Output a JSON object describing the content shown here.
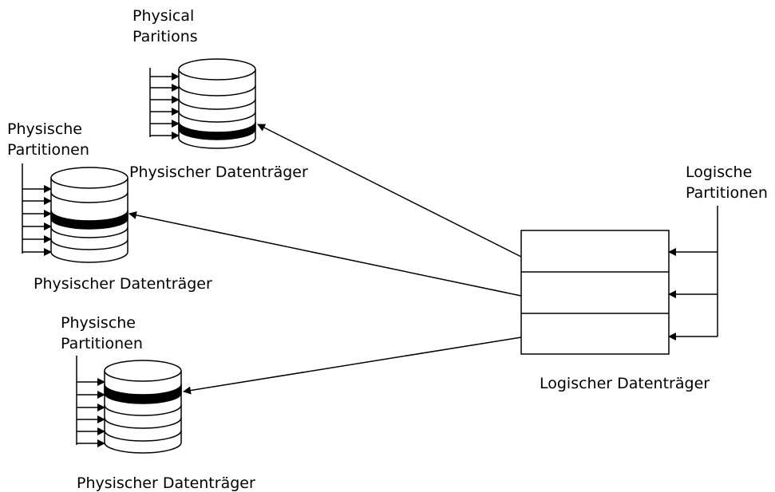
{
  "labels": {
    "disk1_partitions_line1": "Physical",
    "disk1_partitions_line2": "Paritions",
    "disk1_caption": "Physischer Datenträger",
    "disk2_partitions_line1": "Physische",
    "disk2_partitions_line2": "Partitionen",
    "disk2_caption": "Physischer Datenträger",
    "disk3_partitions_line1": "Physische",
    "disk3_partitions_line2": "Partitionen",
    "disk3_caption": "Physischer Datenträger",
    "logical_partitions_line1": "Logische",
    "logical_partitions_line2": "Partitionen",
    "logical_volume_caption": "Logischer Datenträger"
  },
  "colors": {
    "stroke": "#000000",
    "background": "#ffffff"
  }
}
